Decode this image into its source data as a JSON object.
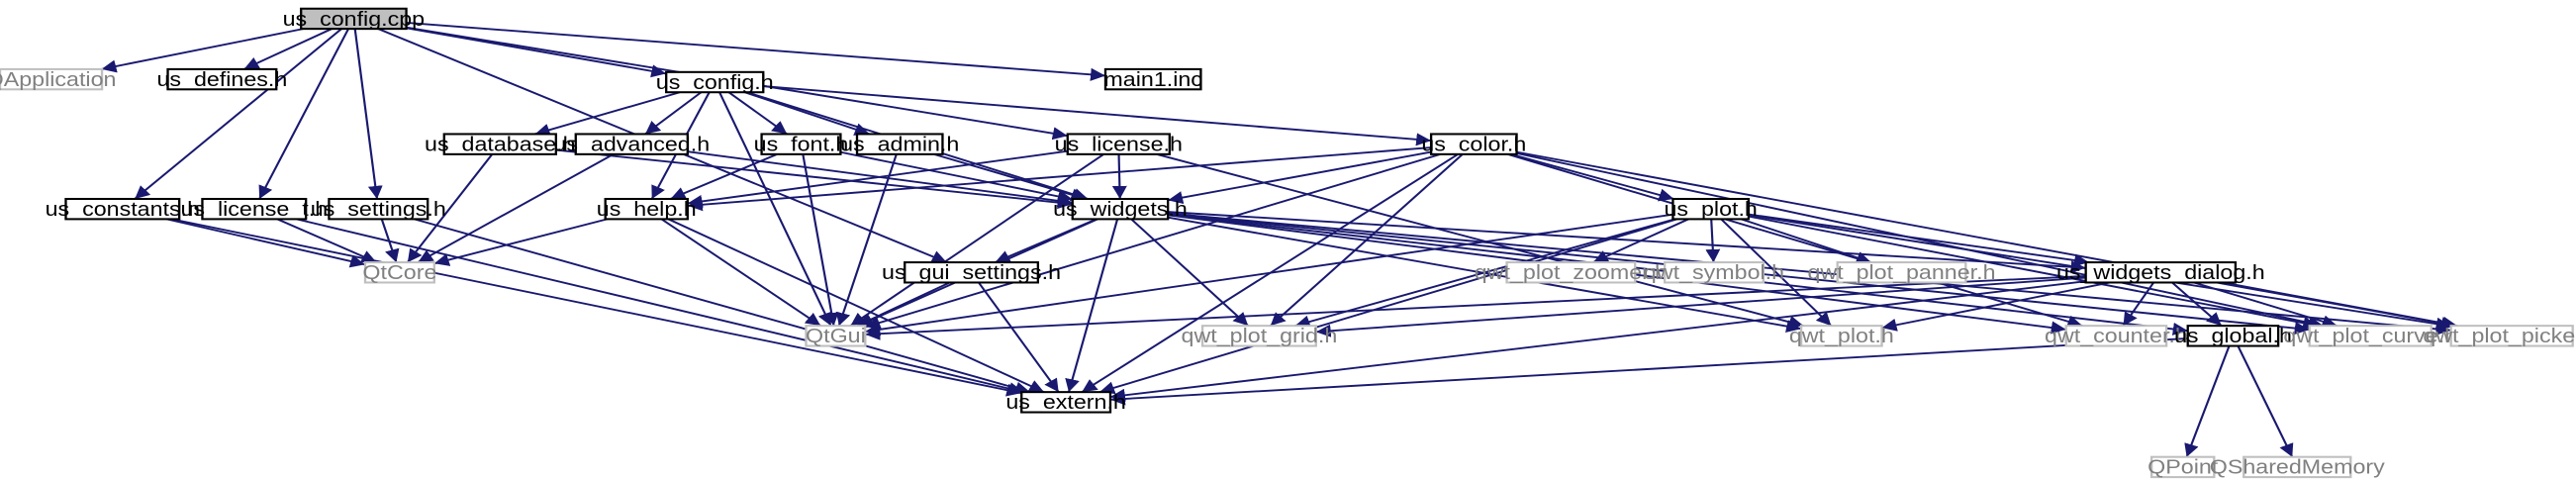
{
  "colors": {
    "edge": "#191970",
    "node_border": "#000000",
    "external_border": "#bfbfbf",
    "root_fill": "#bfbfbf",
    "text": "#000000",
    "external_text": "#808080"
  },
  "nodes": [
    {
      "id": "us_config_cpp",
      "label": "us_config.cpp",
      "kind": "root"
    },
    {
      "id": "QApplication",
      "label": "QApplication",
      "kind": "external"
    },
    {
      "id": "us_defines_h",
      "label": "us_defines.h",
      "kind": "internal"
    },
    {
      "id": "us_config_h",
      "label": "us_config.h",
      "kind": "internal"
    },
    {
      "id": "main1_inc",
      "label": "main1.inc",
      "kind": "internal"
    },
    {
      "id": "us_database_h",
      "label": "us_database.h",
      "kind": "internal"
    },
    {
      "id": "us_advanced_h",
      "label": "us_advanced.h",
      "kind": "internal"
    },
    {
      "id": "us_font_h",
      "label": "us_font.h",
      "kind": "internal"
    },
    {
      "id": "us_admin_h",
      "label": "us_admin.h",
      "kind": "internal"
    },
    {
      "id": "us_license_h",
      "label": "us_license.h",
      "kind": "internal"
    },
    {
      "id": "us_color_h",
      "label": "us_color.h",
      "kind": "internal"
    },
    {
      "id": "us_constants_h",
      "label": "us_constants.h",
      "kind": "internal"
    },
    {
      "id": "us_license_t_h",
      "label": "us_license_t.h",
      "kind": "internal"
    },
    {
      "id": "us_settings_h",
      "label": "us_settings.h",
      "kind": "internal"
    },
    {
      "id": "us_help_h",
      "label": "us_help.h",
      "kind": "internal"
    },
    {
      "id": "us_widgets_h",
      "label": "us_widgets.h",
      "kind": "internal"
    },
    {
      "id": "us_plot_h",
      "label": "us_plot.h",
      "kind": "internal"
    },
    {
      "id": "QtCore",
      "label": "QtCore",
      "kind": "external"
    },
    {
      "id": "qwt_plot_zoomer_h",
      "label": "qwt_plot_zoomer.h",
      "kind": "external"
    },
    {
      "id": "qwt_symbol_h",
      "label": "qwt_symbol.h",
      "kind": "external"
    },
    {
      "id": "qwt_plot_panner_h",
      "label": "qwt_plot_panner.h",
      "kind": "external"
    },
    {
      "id": "us_widgets_dialog_h",
      "label": "us_widgets_dialog.h",
      "kind": "internal"
    },
    {
      "id": "us_gui_settings_h",
      "label": "us_gui_settings.h",
      "kind": "internal"
    },
    {
      "id": "QtGui",
      "label": "QtGui",
      "kind": "external"
    },
    {
      "id": "qwt_plot_grid_h",
      "label": "qwt_plot_grid.h",
      "kind": "external"
    },
    {
      "id": "qwt_plot_h",
      "label": "qwt_plot.h",
      "kind": "external"
    },
    {
      "id": "qwt_counter_h",
      "label": "qwt_counter.h",
      "kind": "external"
    },
    {
      "id": "us_global_h",
      "label": "us_global.h",
      "kind": "internal"
    },
    {
      "id": "qwt_plot_curve_h",
      "label": "qwt_plot_curve.h",
      "kind": "external"
    },
    {
      "id": "qwt_plot_picker_h",
      "label": "qwt_plot_picker.h",
      "kind": "external"
    },
    {
      "id": "us_extern_h",
      "label": "us_extern.h",
      "kind": "internal"
    },
    {
      "id": "QPoint",
      "label": "QPoint",
      "kind": "external"
    },
    {
      "id": "QSharedMemory",
      "label": "QSharedMemory",
      "kind": "external"
    }
  ],
  "edges": [
    [
      "us_config_cpp",
      "QApplication"
    ],
    [
      "us_config_cpp",
      "us_defines_h"
    ],
    [
      "us_config_cpp",
      "us_config_h"
    ],
    [
      "us_config_cpp",
      "main1_inc"
    ],
    [
      "us_config_cpp",
      "us_license_h"
    ],
    [
      "us_config_cpp",
      "us_constants_h"
    ],
    [
      "us_config_cpp",
      "us_license_t_h"
    ],
    [
      "us_config_cpp",
      "us_settings_h"
    ],
    [
      "us_config_cpp",
      "us_gui_settings_h"
    ],
    [
      "us_config_h",
      "us_database_h"
    ],
    [
      "us_config_h",
      "us_advanced_h"
    ],
    [
      "us_config_h",
      "us_font_h"
    ],
    [
      "us_config_h",
      "us_admin_h"
    ],
    [
      "us_config_h",
      "us_color_h"
    ],
    [
      "us_config_h",
      "us_help_h"
    ],
    [
      "us_config_h",
      "us_widgets_h"
    ],
    [
      "us_config_h",
      "QtGui"
    ],
    [
      "us_database_h",
      "us_widgets_h"
    ],
    [
      "us_database_h",
      "QtCore"
    ],
    [
      "us_advanced_h",
      "us_widgets_h"
    ],
    [
      "us_advanced_h",
      "QtCore"
    ],
    [
      "us_font_h",
      "us_help_h"
    ],
    [
      "us_font_h",
      "us_widgets_h"
    ],
    [
      "us_font_h",
      "QtGui"
    ],
    [
      "us_admin_h",
      "us_widgets_h"
    ],
    [
      "us_admin_h",
      "QtGui"
    ],
    [
      "us_license_h",
      "us_help_h"
    ],
    [
      "us_license_h",
      "us_widgets_h"
    ],
    [
      "us_license_h",
      "QtGui"
    ],
    [
      "us_license_h",
      "qwt_plot_h"
    ],
    [
      "us_color_h",
      "us_help_h"
    ],
    [
      "us_color_h",
      "us_widgets_h"
    ],
    [
      "us_color_h",
      "us_plot_h"
    ],
    [
      "us_color_h",
      "qwt_plot_grid_h"
    ],
    [
      "us_color_h",
      "qwt_plot_curve_h"
    ],
    [
      "us_color_h",
      "qwt_plot_picker_h"
    ],
    [
      "us_color_h",
      "us_extern_h"
    ],
    [
      "us_color_h",
      "qwt_counter_h"
    ],
    [
      "us_color_h",
      "QtGui"
    ],
    [
      "us_constants_h",
      "QtCore"
    ],
    [
      "us_constants_h",
      "us_extern_h"
    ],
    [
      "us_license_t_h",
      "QtCore"
    ],
    [
      "us_license_t_h",
      "us_extern_h"
    ],
    [
      "us_settings_h",
      "QtCore"
    ],
    [
      "us_settings_h",
      "us_extern_h"
    ],
    [
      "us_help_h",
      "QtCore"
    ],
    [
      "us_help_h",
      "QtGui"
    ],
    [
      "us_help_h",
      "us_extern_h"
    ],
    [
      "us_widgets_h",
      "us_gui_settings_h"
    ],
    [
      "us_widgets_h",
      "QtGui"
    ],
    [
      "us_widgets_h",
      "us_extern_h"
    ],
    [
      "us_widgets_h",
      "qwt_plot_grid_h"
    ],
    [
      "us_widgets_h",
      "qwt_plot_h"
    ],
    [
      "us_widgets_h",
      "qwt_counter_h"
    ],
    [
      "us_widgets_h",
      "us_widgets_dialog_h"
    ],
    [
      "us_widgets_h",
      "us_global_h"
    ],
    [
      "us_widgets_h",
      "qwt_plot_curve_h"
    ],
    [
      "us_widgets_h",
      "qwt_plot_picker_h"
    ],
    [
      "us_plot_h",
      "qwt_plot_zoomer_h"
    ],
    [
      "us_plot_h",
      "qwt_symbol_h"
    ],
    [
      "us_plot_h",
      "qwt_plot_panner_h"
    ],
    [
      "us_plot_h",
      "us_widgets_dialog_h"
    ],
    [
      "us_plot_h",
      "QtGui"
    ],
    [
      "us_plot_h",
      "qwt_plot_grid_h"
    ],
    [
      "us_plot_h",
      "qwt_plot_h"
    ],
    [
      "us_plot_h",
      "us_extern_h"
    ],
    [
      "us_plot_h",
      "qwt_plot_curve_h"
    ],
    [
      "us_plot_h",
      "qwt_plot_picker_h"
    ],
    [
      "us_gui_settings_h",
      "QtGui"
    ],
    [
      "us_gui_settings_h",
      "us_extern_h"
    ],
    [
      "us_widgets_dialog_h",
      "QtGui"
    ],
    [
      "us_widgets_dialog_h",
      "qwt_plot_grid_h"
    ],
    [
      "us_widgets_dialog_h",
      "qwt_plot_h"
    ],
    [
      "us_widgets_dialog_h",
      "qwt_counter_h"
    ],
    [
      "us_widgets_dialog_h",
      "us_global_h"
    ],
    [
      "us_widgets_dialog_h",
      "qwt_plot_curve_h"
    ],
    [
      "us_widgets_dialog_h",
      "qwt_plot_picker_h"
    ],
    [
      "us_widgets_dialog_h",
      "us_extern_h"
    ],
    [
      "us_global_h",
      "us_extern_h"
    ],
    [
      "us_global_h",
      "QPoint"
    ],
    [
      "us_global_h",
      "QSharedMemory"
    ]
  ]
}
